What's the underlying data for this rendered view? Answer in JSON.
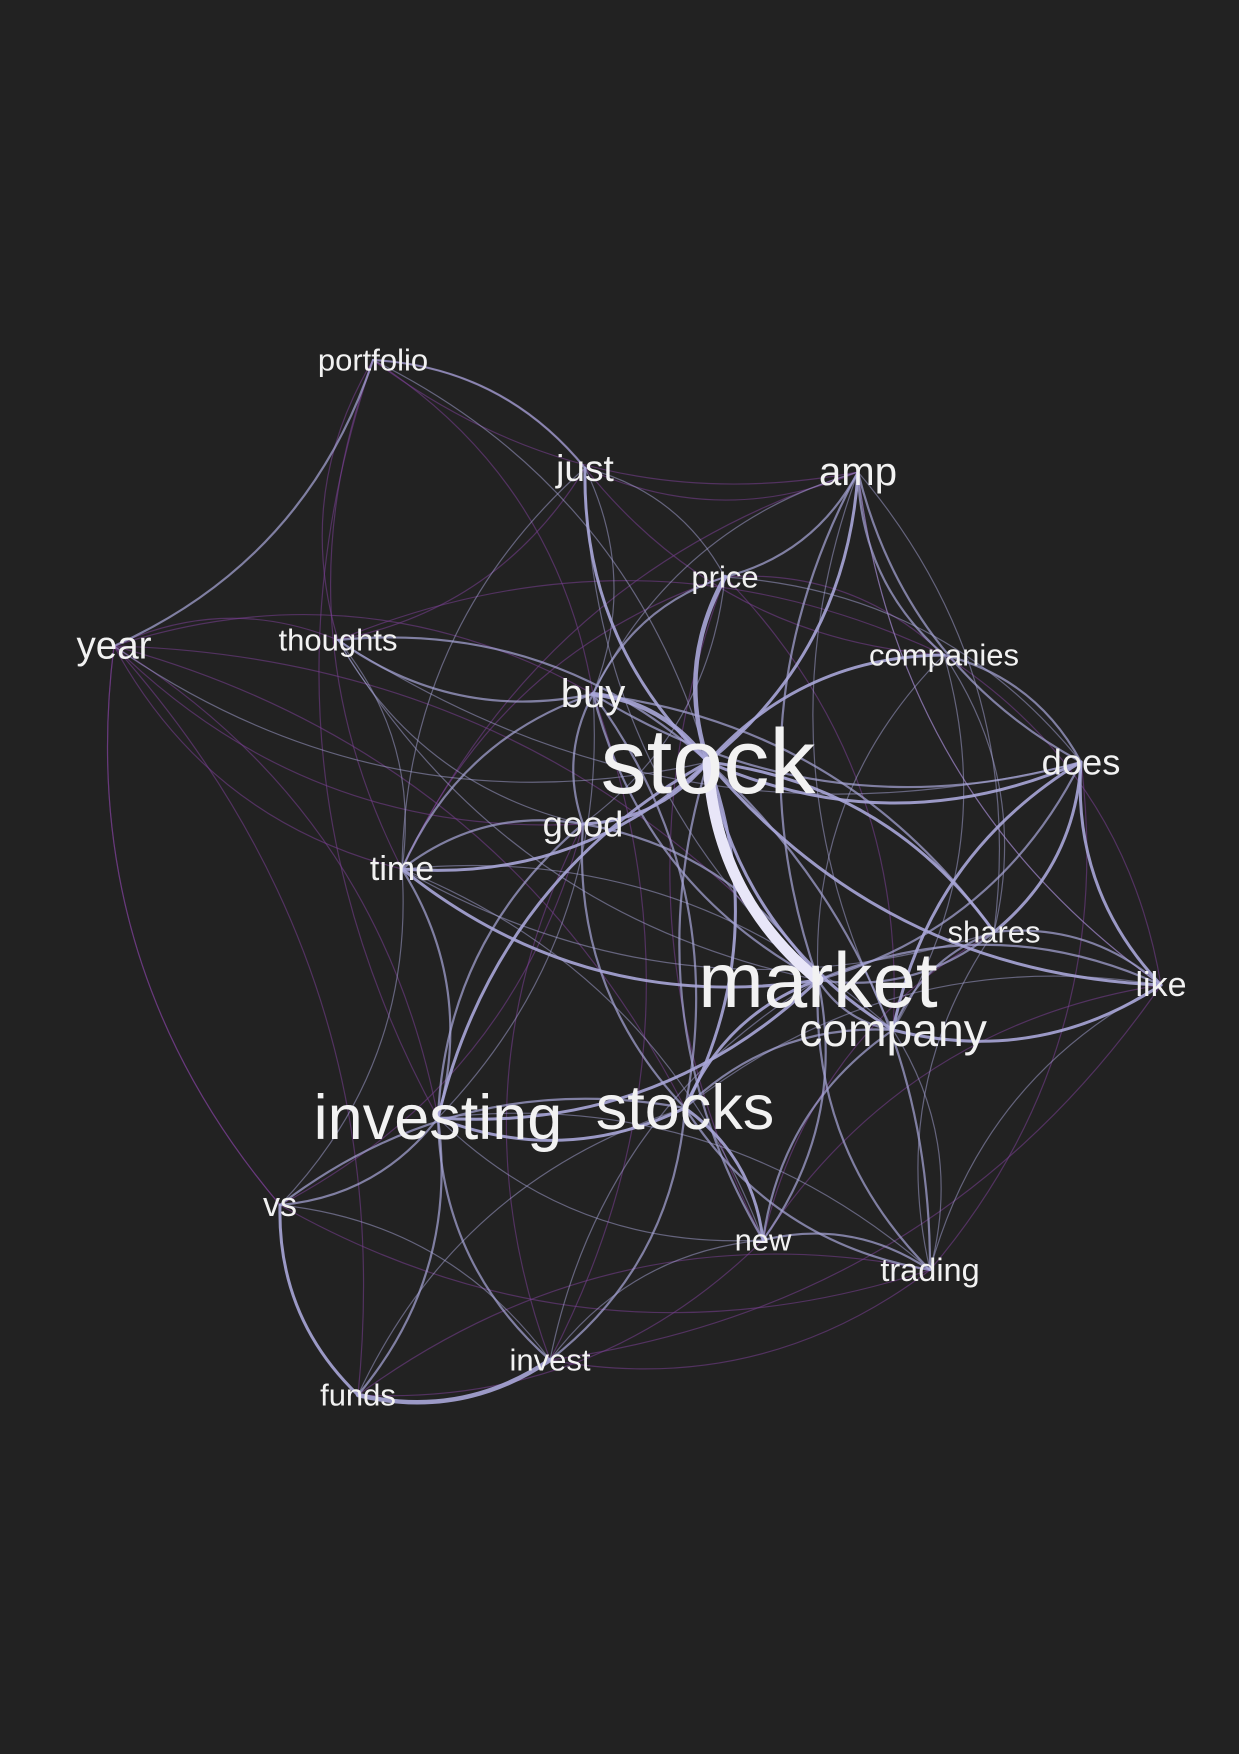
{
  "diagram": {
    "type": "word-cooccurrence-network",
    "colors": {
      "background": "#222222",
      "label": "#f2f2f2",
      "edge_strong": "#e8e6f8",
      "edge_medium": "#a8a6d8",
      "edge_weak": "#7a3f93"
    },
    "nodes": [
      {
        "id": "stock",
        "label": "stock",
        "weight": 1.0
      },
      {
        "id": "market",
        "label": "market",
        "weight": 0.82
      },
      {
        "id": "stocks",
        "label": "stocks",
        "weight": 0.62
      },
      {
        "id": "investing",
        "label": "investing",
        "weight": 0.62
      },
      {
        "id": "company",
        "label": "company",
        "weight": 0.4
      },
      {
        "id": "amp",
        "label": "amp",
        "weight": 0.32
      },
      {
        "id": "buy",
        "label": "buy",
        "weight": 0.32
      },
      {
        "id": "year",
        "label": "year",
        "weight": 0.3
      },
      {
        "id": "just",
        "label": "just",
        "weight": 0.28
      },
      {
        "id": "does",
        "label": "does",
        "weight": 0.27
      },
      {
        "id": "good",
        "label": "good",
        "weight": 0.27
      },
      {
        "id": "like",
        "label": "like",
        "weight": 0.24
      },
      {
        "id": "time",
        "label": "time",
        "weight": 0.24
      },
      {
        "id": "vs",
        "label": "vs",
        "weight": 0.24
      },
      {
        "id": "trading",
        "label": "trading",
        "weight": 0.22
      },
      {
        "id": "portfolio",
        "label": "portfolio",
        "weight": 0.2
      },
      {
        "id": "thoughts",
        "label": "thoughts",
        "weight": 0.2
      },
      {
        "id": "companies",
        "label": "companies",
        "weight": 0.2
      },
      {
        "id": "shares",
        "label": "shares",
        "weight": 0.2
      },
      {
        "id": "price",
        "label": "price",
        "weight": 0.2
      },
      {
        "id": "new",
        "label": "new",
        "weight": 0.2
      },
      {
        "id": "invest",
        "label": "invest",
        "weight": 0.2
      },
      {
        "id": "funds",
        "label": "funds",
        "weight": 0.2
      }
    ],
    "edges": [
      [
        "stock",
        "market",
        1.0
      ],
      [
        "stock",
        "price",
        0.7
      ],
      [
        "stock",
        "buy",
        0.65
      ],
      [
        "stock",
        "good",
        0.5
      ],
      [
        "stock",
        "does",
        0.55
      ],
      [
        "stock",
        "time",
        0.5
      ],
      [
        "stock",
        "amp",
        0.55
      ],
      [
        "stock",
        "just",
        0.5
      ],
      [
        "stock",
        "company",
        0.5
      ],
      [
        "stock",
        "shares",
        0.45
      ],
      [
        "stock",
        "like",
        0.45
      ],
      [
        "stock",
        "stocks",
        0.45
      ],
      [
        "stock",
        "investing",
        0.45
      ],
      [
        "stock",
        "trading",
        0.4
      ],
      [
        "stock",
        "new",
        0.4
      ],
      [
        "stock",
        "companies",
        0.45
      ],
      [
        "stock",
        "thoughts",
        0.4
      ],
      [
        "stock",
        "year",
        0.3
      ],
      [
        "stock",
        "portfolio",
        0.3
      ],
      [
        "market",
        "time",
        0.55
      ],
      [
        "market",
        "stocks",
        0.45
      ],
      [
        "market",
        "investing",
        0.45
      ],
      [
        "market",
        "company",
        0.4
      ],
      [
        "market",
        "amp",
        0.4
      ],
      [
        "market",
        "does",
        0.4
      ],
      [
        "market",
        "like",
        0.4
      ],
      [
        "market",
        "trading",
        0.35
      ],
      [
        "market",
        "new",
        0.35
      ],
      [
        "market",
        "shares",
        0.35
      ],
      [
        "market",
        "buy",
        0.35
      ],
      [
        "market",
        "good",
        0.35
      ],
      [
        "market",
        "just",
        0.3
      ],
      [
        "market",
        "year",
        0.25
      ],
      [
        "market",
        "thoughts",
        0.3
      ],
      [
        "market",
        "invest",
        0.3
      ],
      [
        "market",
        "companies",
        0.3
      ],
      [
        "investing",
        "stocks",
        0.45
      ],
      [
        "investing",
        "vs",
        0.4
      ],
      [
        "investing",
        "invest",
        0.4
      ],
      [
        "investing",
        "funds",
        0.35
      ],
      [
        "investing",
        "time",
        0.35
      ],
      [
        "investing",
        "good",
        0.35
      ],
      [
        "investing",
        "new",
        0.3
      ],
      [
        "investing",
        "trading",
        0.3
      ],
      [
        "investing",
        "year",
        0.2
      ],
      [
        "investing",
        "portfolio",
        0.2
      ],
      [
        "investing",
        "buy",
        0.3
      ],
      [
        "stocks",
        "new",
        0.45
      ],
      [
        "stocks",
        "trading",
        0.4
      ],
      [
        "stocks",
        "invest",
        0.4
      ],
      [
        "stocks",
        "vs",
        0.35
      ],
      [
        "stocks",
        "good",
        0.35
      ],
      [
        "stocks",
        "buy",
        0.35
      ],
      [
        "stocks",
        "company",
        0.35
      ],
      [
        "stocks",
        "funds",
        0.3
      ],
      [
        "stocks",
        "like",
        0.3
      ],
      [
        "stocks",
        "year",
        0.2
      ],
      [
        "invest",
        "funds",
        0.6
      ],
      [
        "invest",
        "vs",
        0.3
      ],
      [
        "invest",
        "new",
        0.3
      ],
      [
        "invest",
        "trading",
        0.25
      ],
      [
        "funds",
        "vs",
        0.45
      ],
      [
        "vs",
        "time",
        0.3
      ],
      [
        "vs",
        "year",
        0.2
      ],
      [
        "does",
        "like",
        0.5
      ],
      [
        "does",
        "shares",
        0.45
      ],
      [
        "does",
        "company",
        0.45
      ],
      [
        "does",
        "amp",
        0.35
      ],
      [
        "does",
        "companies",
        0.35
      ],
      [
        "does",
        "buy",
        0.35
      ],
      [
        "does",
        "price",
        0.3
      ],
      [
        "like",
        "company",
        0.45
      ],
      [
        "like",
        "shares",
        0.35
      ],
      [
        "like",
        "amp",
        0.3
      ],
      [
        "like",
        "trading",
        0.3
      ],
      [
        "company",
        "shares",
        0.4
      ],
      [
        "company",
        "new",
        0.35
      ],
      [
        "company",
        "trading",
        0.3
      ],
      [
        "company",
        "companies",
        0.3
      ],
      [
        "company",
        "amp",
        0.3
      ],
      [
        "company",
        "time",
        0.3
      ],
      [
        "amp",
        "price",
        0.35
      ],
      [
        "amp",
        "companies",
        0.35
      ],
      [
        "amp",
        "just",
        0.25
      ],
      [
        "amp",
        "buy",
        0.3
      ],
      [
        "amp",
        "shares",
        0.3
      ],
      [
        "buy",
        "good",
        0.4
      ],
      [
        "buy",
        "price",
        0.4
      ],
      [
        "buy",
        "time",
        0.35
      ],
      [
        "buy",
        "thoughts",
        0.35
      ],
      [
        "buy",
        "just",
        0.3
      ],
      [
        "buy",
        "shares",
        0.35
      ],
      [
        "good",
        "time",
        0.4
      ],
      [
        "good",
        "thoughts",
        0.3
      ],
      [
        "good",
        "price",
        0.3
      ],
      [
        "just",
        "price",
        0.3
      ],
      [
        "just",
        "time",
        0.3
      ],
      [
        "just",
        "thoughts",
        0.25
      ],
      [
        "just",
        "portfolio",
        0.2
      ],
      [
        "portfolio",
        "year",
        0.35
      ],
      [
        "portfolio",
        "thoughts",
        0.25
      ],
      [
        "portfolio",
        "just",
        0.35
      ],
      [
        "portfolio",
        "time",
        0.2
      ],
      [
        "year",
        "thoughts",
        0.25
      ],
      [
        "year",
        "time",
        0.25
      ],
      [
        "year",
        "buy",
        0.2
      ],
      [
        "year",
        "good",
        0.2
      ],
      [
        "thoughts",
        "time",
        0.3
      ],
      [
        "thoughts",
        "does",
        0.3
      ],
      [
        "time",
        "new",
        0.3
      ],
      [
        "time",
        "shares",
        0.3
      ],
      [
        "companies",
        "shares",
        0.3
      ],
      [
        "companies",
        "price",
        0.25
      ],
      [
        "companies",
        "like",
        0.25
      ],
      [
        "shares",
        "trading",
        0.3
      ],
      [
        "new",
        "trading",
        0.35
      ],
      [
        "price",
        "time",
        0.25
      ],
      [
        "trading",
        "vs",
        0.25
      ],
      [
        "trading",
        "funds",
        0.2
      ],
      [
        "new",
        "funds",
        0.2
      ],
      [
        "like",
        "new",
        0.25
      ],
      [
        "does",
        "trading",
        0.25
      ],
      [
        "amp",
        "time",
        0.2
      ],
      [
        "year",
        "funds",
        0.15
      ],
      [
        "year",
        "vs",
        0.15
      ],
      [
        "portfolio",
        "buy",
        0.2
      ],
      [
        "portfolio",
        "amp",
        0.15
      ],
      [
        "thoughts",
        "companies",
        0.2
      ],
      [
        "just",
        "companies",
        0.2
      ],
      [
        "good",
        "vs",
        0.2
      ],
      [
        "good",
        "invest",
        0.2
      ],
      [
        "buy",
        "invest",
        0.2
      ],
      [
        "price",
        "new",
        0.2
      ],
      [
        "price",
        "company",
        0.25
      ],
      [
        "shares",
        "new",
        0.2
      ],
      [
        "like",
        "invest",
        0.15
      ],
      [
        "amp",
        "like",
        0.2
      ]
    ]
  }
}
